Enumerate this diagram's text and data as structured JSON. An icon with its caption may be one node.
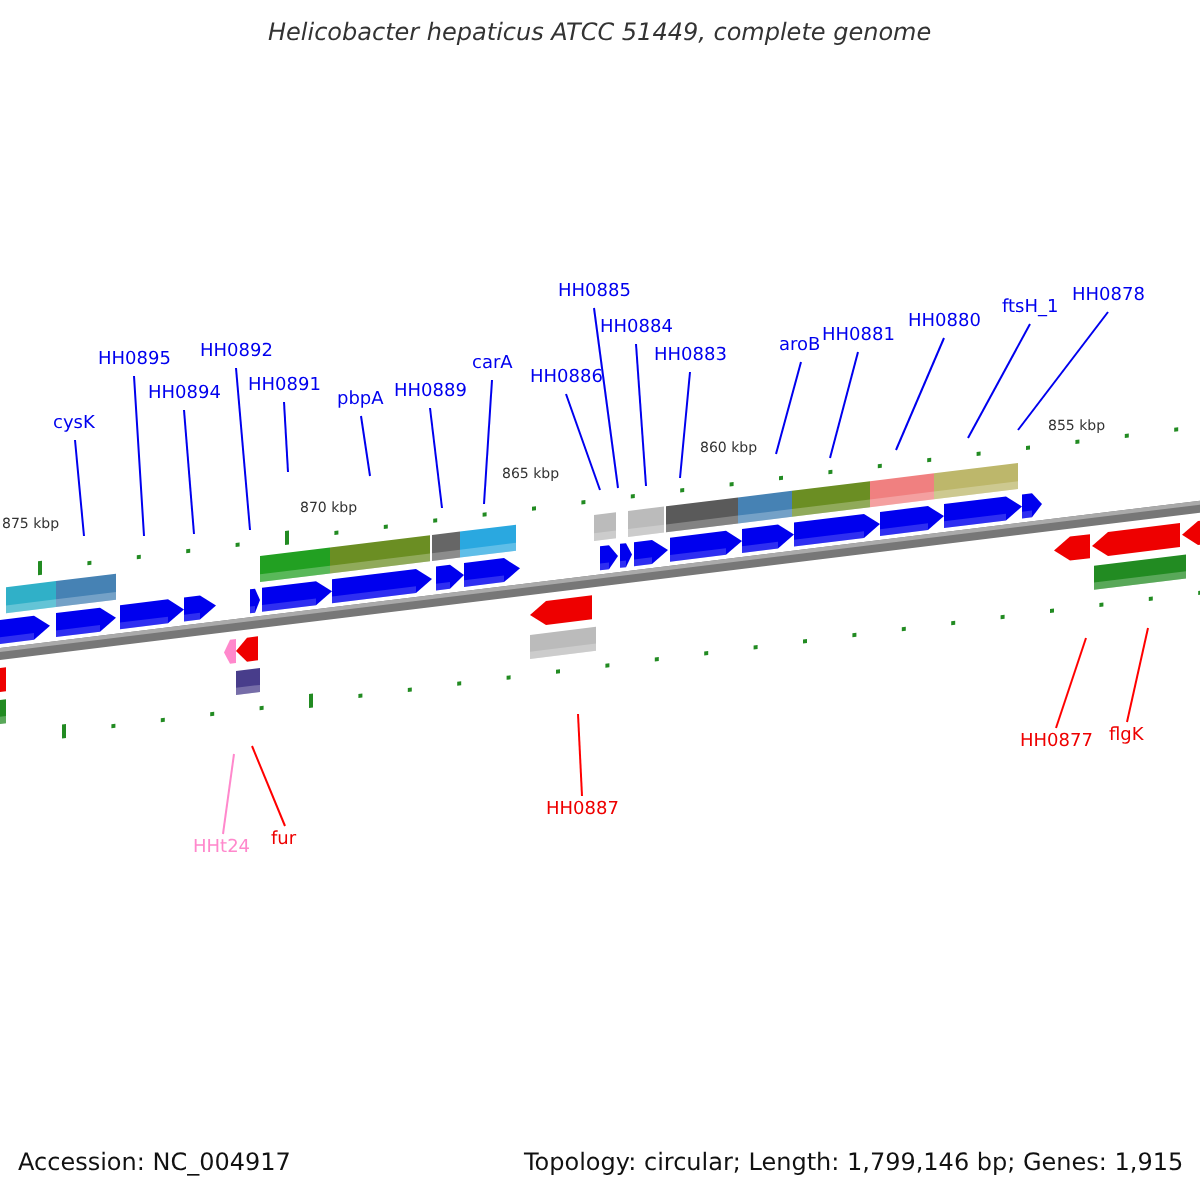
{
  "diagram": {
    "title": "Helicobacter hepaticus ATCC 51449, complete genome",
    "nodes": [
      {
        "text": [
          "cysK"
        ]
      },
      {
        "text": [
          "HH0895"
        ]
      },
      {
        "text": [
          "HH0894"
        ]
      },
      {
        "text": [
          "HH0892"
        ]
      },
      {
        "text": [
          "HH0891"
        ]
      },
      {
        "text": [
          "pbpA"
        ]
      },
      {
        "text": [
          "HH0889"
        ]
      },
      {
        "text": [
          "carA"
        ]
      },
      {
        "text": [
          "HH0886"
        ]
      },
      {
        "text": [
          "HH0885"
        ]
      },
      {
        "text": [
          "HH0884"
        ]
      },
      {
        "text": [
          "HH0883"
        ]
      },
      {
        "text": [
          "aroB"
        ]
      },
      {
        "text": [
          "HH0881"
        ]
      },
      {
        "text": [
          "HH0880"
        ]
      },
      {
        "text": [
          "ftsH_1"
        ]
      },
      {
        "text": [
          "HH0878"
        ]
      },
      {
        "text": [
          "HHt24"
        ]
      },
      {
        "text": [
          "fur"
        ]
      },
      {
        "text": [
          "HH0887"
        ]
      },
      {
        "text": [
          "HH0877"
        ]
      },
      {
        "text": [
          "flgK"
        ]
      }
    ],
    "edges": [
      {
        "from": 0,
        "to": null,
        "arrow": "none"
      },
      {
        "from": 1,
        "to": null,
        "arrow": "none"
      },
      {
        "from": 2,
        "to": null,
        "arrow": "none"
      },
      {
        "from": 3,
        "to": null,
        "arrow": "none"
      },
      {
        "from": 4,
        "to": null,
        "arrow": "none"
      },
      {
        "from": 5,
        "to": null,
        "arrow": "none"
      },
      {
        "from": 6,
        "to": null,
        "arrow": "none"
      },
      {
        "from": 7,
        "to": null,
        "arrow": "none"
      },
      {
        "from": 8,
        "to": null,
        "arrow": "none"
      },
      {
        "from": 9,
        "to": null,
        "arrow": "none"
      },
      {
        "from": 10,
        "to": null,
        "arrow": "none"
      },
      {
        "from": 11,
        "to": null,
        "arrow": "none"
      },
      {
        "from": 12,
        "to": null,
        "arrow": "none"
      },
      {
        "from": 13,
        "to": null,
        "arrow": "none"
      },
      {
        "from": 14,
        "to": null,
        "arrow": "none"
      },
      {
        "from": 15,
        "to": null,
        "arrow": "none"
      },
      {
        "from": 16,
        "to": null,
        "arrow": "none"
      },
      {
        "from": 17,
        "to": null,
        "arrow": "none",
        "color": "#ff88cc"
      },
      {
        "from": 18,
        "to": null,
        "arrow": "none",
        "color": "#ff0000"
      },
      {
        "from": 19,
        "to": null,
        "arrow": "none",
        "color": "#ff0000"
      },
      {
        "from": 20,
        "to": null,
        "arrow": "none",
        "color": "#ff0000"
      },
      {
        "from": 21,
        "to": null,
        "arrow": "none",
        "color": "#ff0000"
      }
    ],
    "labels": [
      "855 kbp",
      "860 kbp",
      "865 kbp",
      "870 kbp",
      "875 kbp",
      "Accession: NC_004917",
      "Topology: circular; Length: 1,799,146 bp; Genes: 1,915"
    ]
  }
}
